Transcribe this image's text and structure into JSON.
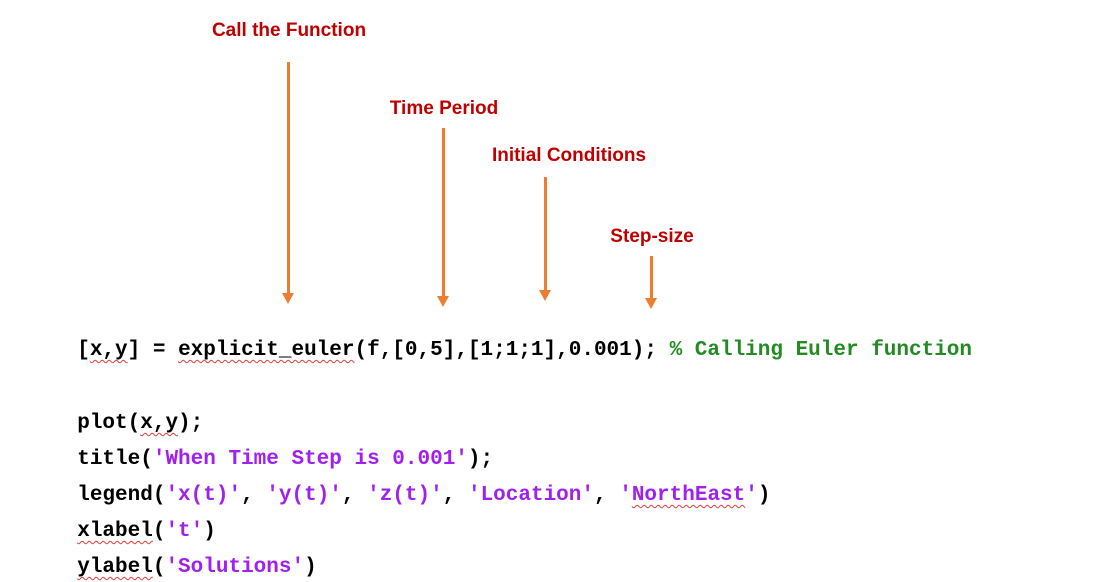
{
  "colors": {
    "annotation_text": "#c00000",
    "arrow": "#ed7d31",
    "code_text": "#000000",
    "comment": "#228b22",
    "string": "#a020f0",
    "spellcheck_squiggle": "#e03c3c"
  },
  "annotations": [
    {
      "label": "Call the Function"
    },
    {
      "label": "Time Period"
    },
    {
      "label": "Initial Conditions"
    },
    {
      "label": "Step-size"
    }
  ],
  "code": {
    "line1": {
      "p1": "[",
      "p2": "x,y",
      "p3": "] = ",
      "p4": "explicit_euler",
      "p5": "(f,[0,5],[1;1;1],0.001); ",
      "comment": "% Calling Euler function"
    },
    "line2": {
      "p1": "plot(",
      "p2": "x,y",
      "p3": ");"
    },
    "line3": {
      "p1": "title(",
      "s1": "'When Time Step is 0.001'",
      "p2": ");"
    },
    "line4": {
      "p1": "legend(",
      "s1": "'x(t)'",
      "p2": ", ",
      "s2": "'y(t)'",
      "p3": ", ",
      "s3": "'z(t)'",
      "p4": ", ",
      "s4": "'Location'",
      "p5": ", ",
      "s5a": "'",
      "s5b": "NorthEast",
      "s5c": "'",
      "p6": ")"
    },
    "line5": {
      "p1": "xlabel",
      "p2": "(",
      "s1": "'t'",
      "p3": ")"
    },
    "line6": {
      "p1": "ylabel",
      "p2": "(",
      "s1": "'Solutions'",
      "p3": ")"
    }
  }
}
